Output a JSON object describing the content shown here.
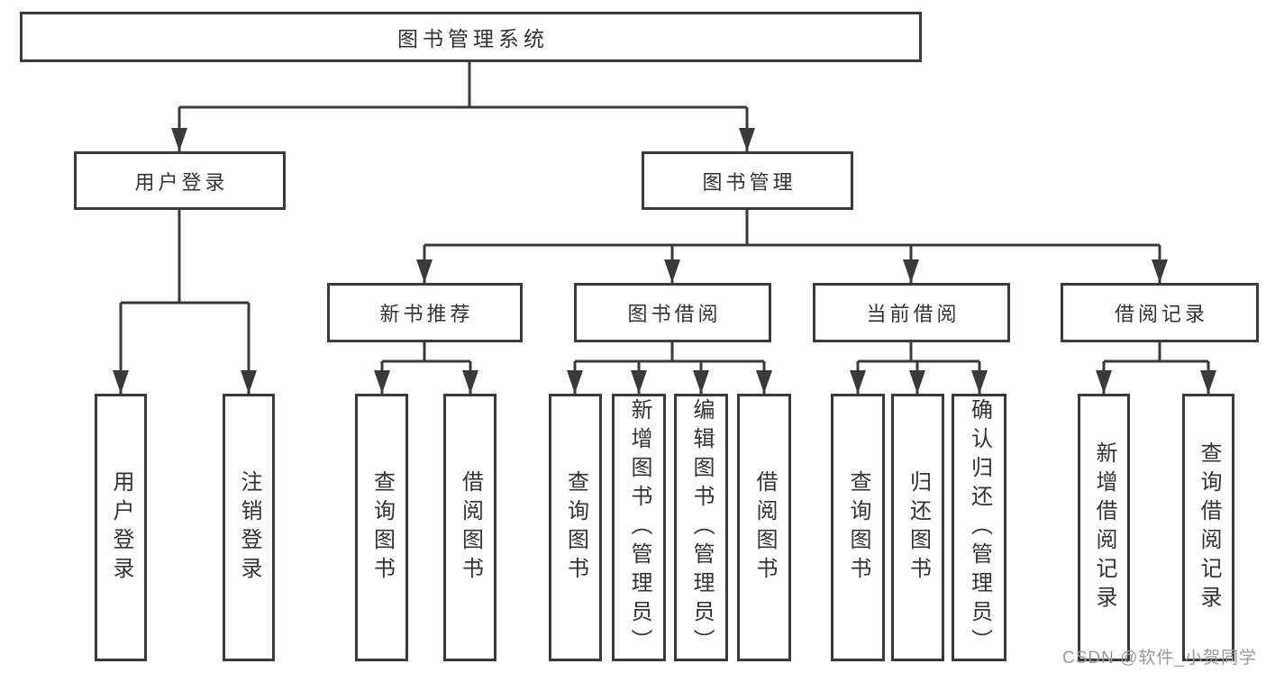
{
  "tree": {
    "label": "图书管理系统",
    "children": [
      {
        "label": "用户登录",
        "children": [
          {
            "label": "用户登录"
          },
          {
            "label": "注销登录"
          }
        ]
      },
      {
        "label": "图书管理",
        "children": [
          {
            "label": "新书推荐",
            "children": [
              {
                "label": "查询图书"
              },
              {
                "label": "借阅图书"
              }
            ]
          },
          {
            "label": "图书借阅",
            "children": [
              {
                "label": "查询图书"
              },
              {
                "label": "新增图书（管理员）"
              },
              {
                "label": "编辑图书（管理员）"
              },
              {
                "label": "借阅图书"
              }
            ]
          },
          {
            "label": "当前借阅",
            "children": [
              {
                "label": "查询图书"
              },
              {
                "label": "归还图书"
              },
              {
                "label": "确认归还（管理员）"
              }
            ]
          },
          {
            "label": "借阅记录",
            "children": [
              {
                "label": "新增借阅记录"
              },
              {
                "label": "查询借阅记录"
              }
            ]
          }
        ]
      }
    ]
  },
  "watermark": {
    "text": "CSDN @软件_小贺同学"
  },
  "colors": {
    "line": "#3a3a3a",
    "text": "#333333",
    "background": "#ffffff",
    "watermark": "#9a9a9a"
  }
}
